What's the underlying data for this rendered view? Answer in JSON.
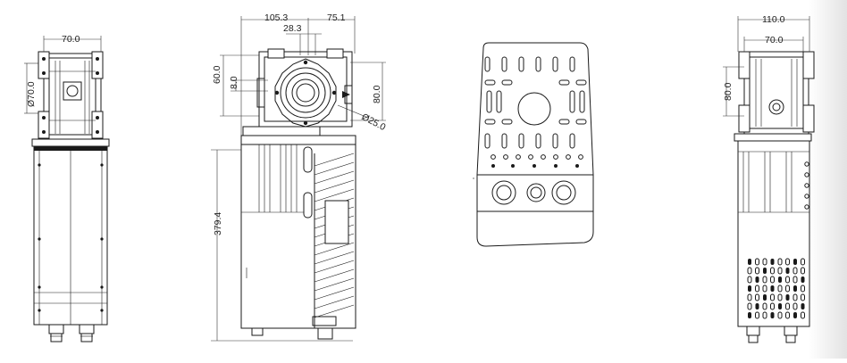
{
  "drawing": {
    "views": [
      {
        "name": "left-side-view",
        "dimensions": [
          "70.0",
          "Ø70.0"
        ]
      },
      {
        "name": "front-view",
        "dimensions": [
          "105.3",
          "75.1",
          "28.3",
          "60.0",
          "8.0",
          "80.0",
          "Ø25.0",
          "379.4"
        ]
      },
      {
        "name": "top-view",
        "dimensions": []
      },
      {
        "name": "right-side-view",
        "dimensions": [
          "110.0",
          "70.0",
          "80.0"
        ]
      }
    ]
  },
  "colors": {
    "line": "#1a1a1a",
    "background": "#ffffff",
    "sheet_edge": "#e6e6e6"
  }
}
